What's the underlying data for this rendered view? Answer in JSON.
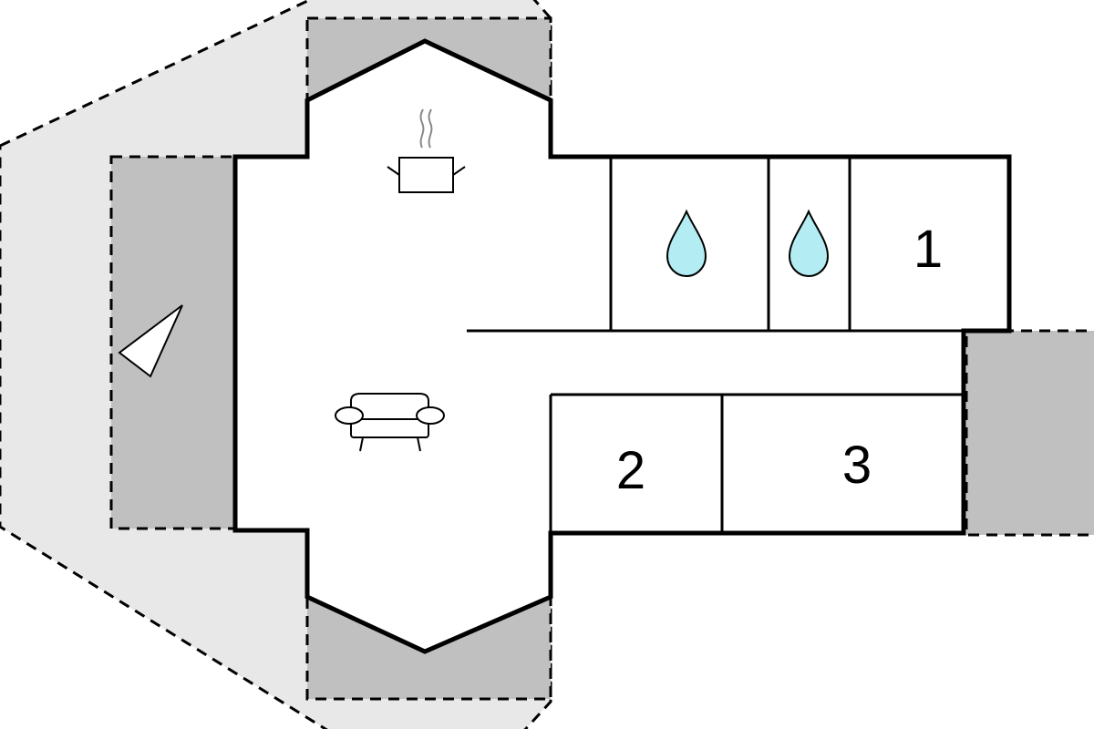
{
  "title": "Floor plan",
  "colors": {
    "outdoor": "#e8e8e8",
    "terrace": "#c0c0c0",
    "water": "#b3ecf2",
    "wall": "#000000"
  },
  "rooms": {
    "bedroom_1": "1",
    "bedroom_2": "2",
    "bedroom_3": "3"
  },
  "icons": [
    "cooking-pot-icon",
    "sofa-icon",
    "water-drop-icon",
    "water-drop-icon",
    "compass-triangle-icon"
  ]
}
